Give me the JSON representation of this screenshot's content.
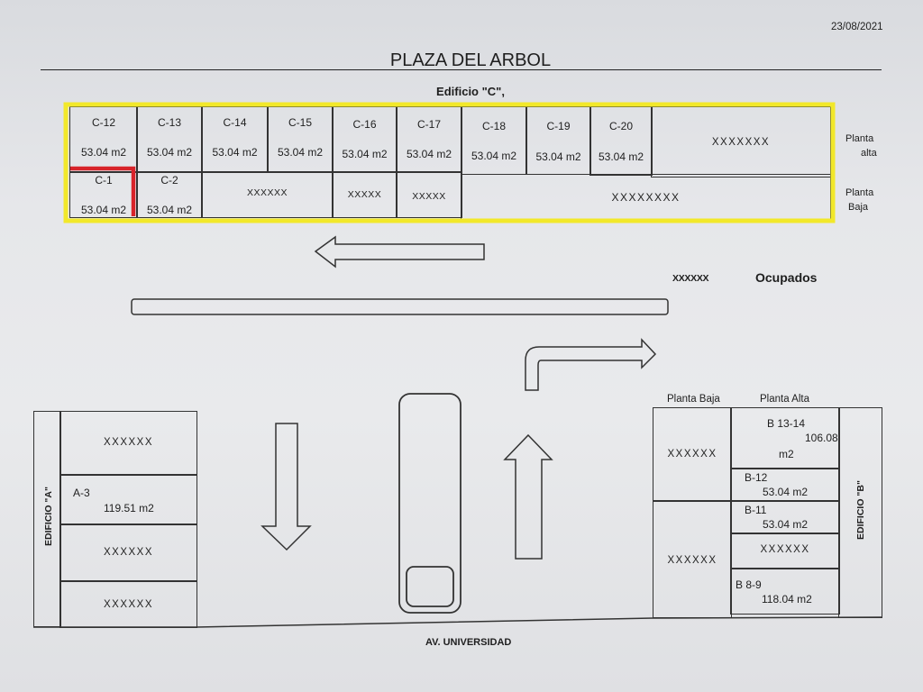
{
  "date": "23/08/2021",
  "title": "PLAZA DEL ARBOL",
  "building_c": {
    "label": "Edificio \"C\",",
    "upper_floor_label": [
      "Planta",
      "alta"
    ],
    "lower_floor_label": [
      "Planta",
      "Baja"
    ],
    "upper_units": [
      {
        "code": "C-12",
        "area": "53.04 m2"
      },
      {
        "code": "C-13",
        "area": "53.04 m2"
      },
      {
        "code": "C-14",
        "area": "53.04 m2"
      },
      {
        "code": "C-15",
        "area": "53.04 m2"
      },
      {
        "code": "C-16",
        "area": "53.04 m2"
      },
      {
        "code": "C-17",
        "area": "53.04 m2"
      },
      {
        "code": "C-18",
        "area": "53.04 m2"
      },
      {
        "code": "C-19",
        "area": "53.04 m2"
      },
      {
        "code": "C-20",
        "area": "53.04 m2"
      },
      {
        "code": "",
        "area": "XXXXXXX"
      }
    ],
    "lower_units": [
      {
        "code": "C-1",
        "area": "53.04 m2"
      },
      {
        "code": "C-2",
        "area": "53.04 m2"
      },
      {
        "code": "",
        "area": "XXXXXX"
      },
      {
        "code": "",
        "area": "XXXXX"
      },
      {
        "code": "",
        "area": "XXXXX"
      },
      {
        "code": "",
        "area": "XXXXXXXX"
      }
    ]
  },
  "legend": {
    "mark": "XXXXXX",
    "label": "Ocupados"
  },
  "building_a": {
    "label": "EDIFICIO \"A\"",
    "units": [
      {
        "code": "",
        "area": "XXXXXX"
      },
      {
        "code": "A-3",
        "area": "119.51 m2"
      },
      {
        "code": "",
        "area": "XXXXXX"
      },
      {
        "code": "",
        "area": "XXXXXX"
      }
    ]
  },
  "building_b": {
    "label": "EDIFICIO \"B\"",
    "ground_header": "Planta Baja",
    "upper_header": "Planta Alta",
    "ground_units": [
      {
        "area": "XXXXXX"
      },
      {
        "area": "XXXXXX"
      }
    ],
    "upper_units": [
      {
        "code": "B 13-14",
        "area_value": "106.08",
        "area_unit": "m2"
      },
      {
        "code": "B-12",
        "area": "53.04 m2"
      },
      {
        "code": "B-11",
        "area": "53.04 m2"
      },
      {
        "code": "",
        "area": "XXXXXX"
      },
      {
        "code": "B 8-9",
        "area": "118.04 m2"
      }
    ]
  },
  "street": "AV. UNIVERSIDAD",
  "colors": {
    "highlight_yellow": "#f2e82a",
    "highlight_red": "#d8232a",
    "ink": "#1e1e1e"
  }
}
